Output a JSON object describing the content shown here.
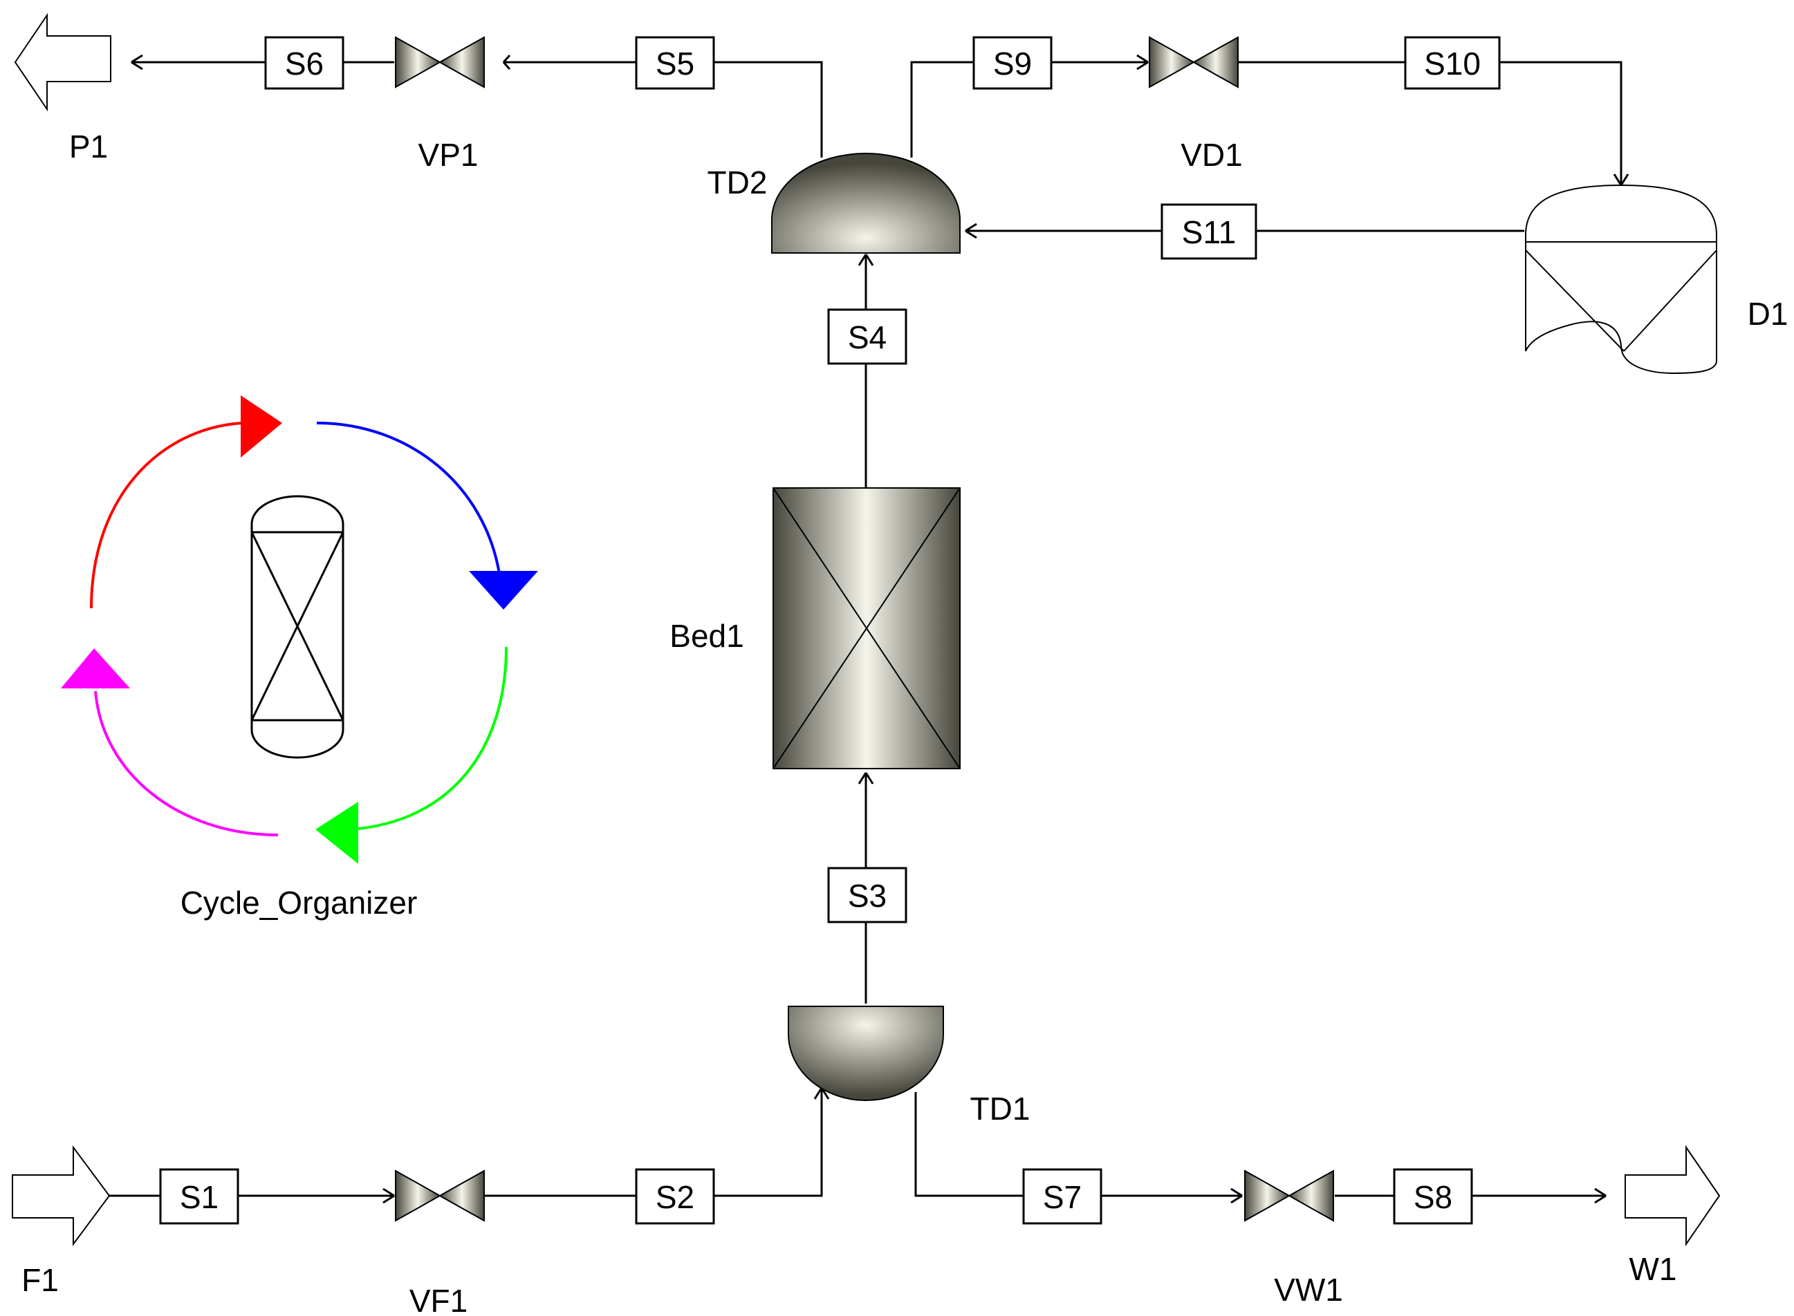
{
  "streams": {
    "s1": "S1",
    "s2": "S2",
    "s3": "S3",
    "s4": "S4",
    "s5": "S5",
    "s6": "S6",
    "s7": "S7",
    "s8": "S8",
    "s9": "S9",
    "s10": "S10",
    "s11": "S11"
  },
  "units": {
    "p1": "P1",
    "vp1": "VP1",
    "td2": "TD2",
    "vd1": "VD1",
    "d1": "D1",
    "bed1": "Bed1",
    "cycle_organizer": "Cycle_Organizer",
    "td1": "TD1",
    "f1": "F1",
    "vf1": "VF1",
    "vw1": "VW1",
    "w1": "W1"
  },
  "colors": {
    "cycle_step_1": "#ff0000",
    "cycle_step_2": "#0000ff",
    "cycle_step_3": "#00ff00",
    "cycle_step_4": "#ff00ff",
    "equipment_light": "#f4f4ea",
    "equipment_dark": "#46463c"
  },
  "icons": [
    "feed-arrow-icon",
    "product-arrow-icon",
    "valve-icon",
    "drum-icon",
    "packed-bed-icon",
    "flash-drum-icon",
    "cycle-organizer-icon"
  ]
}
